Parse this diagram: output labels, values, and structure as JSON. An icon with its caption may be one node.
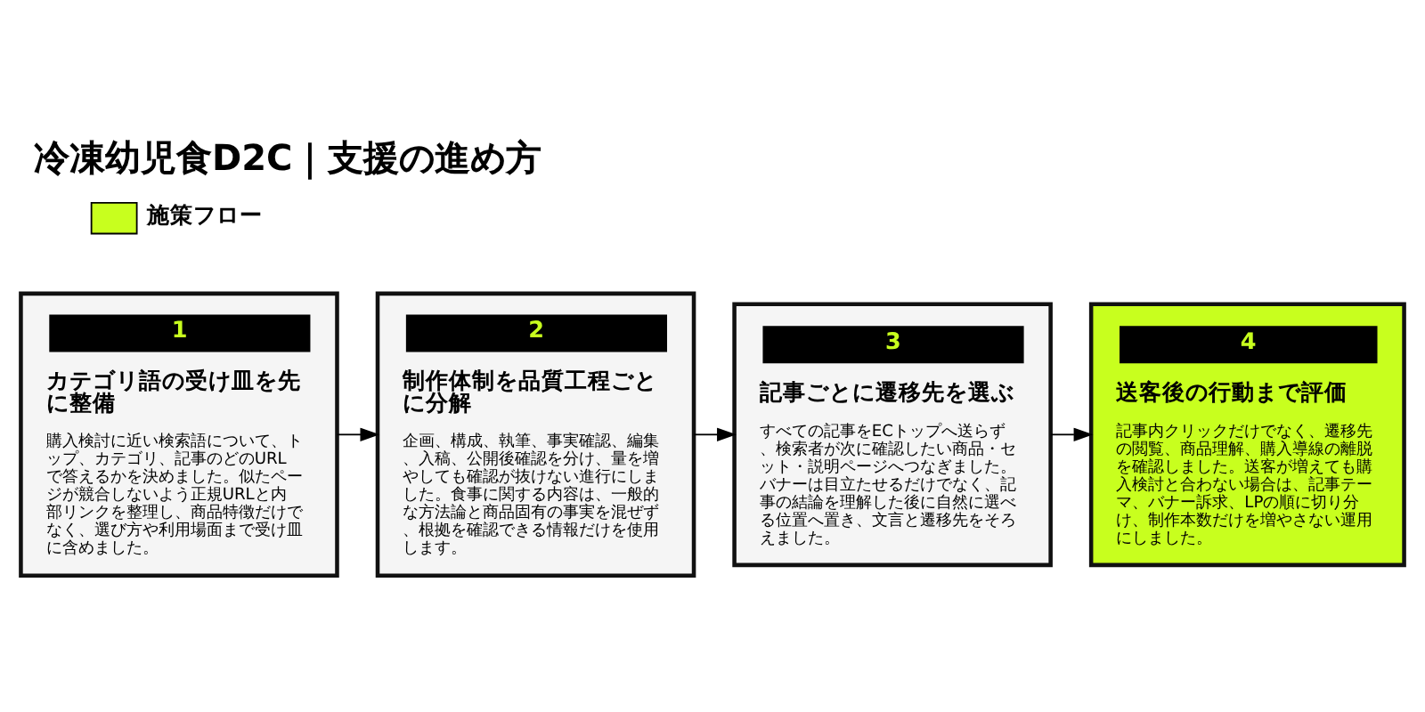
{
  "diagram": {
    "title": "冷凍幼児食D2C｜支援の進め方",
    "nodes": [
      {
        "text": [
          "1",
          "カテゴリ語の受け皿を先に整備",
          "購入検討に近い検索語について、トップ、カテゴリ、記事のどのURLで答えるかを決めました。似たページが競合しないよう正規URLと内部リンクを整理し、商品特徴だけでなく、選び方や利用場面まで受け皿に含めました。"
        ]
      },
      {
        "text": [
          "2",
          "制作体制を品質工程ごとに分解",
          "企画、構成、執筆、事実確認、編集、入稿、公開後確認を分け、量を増やしても確認が抜けない進行にしました。食事に関する内容は、一般的な方法論と商品固有の事実を混ぜず、根拠を確認できる情報だけを使用します。"
        ]
      },
      {
        "text": [
          "3",
          "記事ごとに遷移先を選ぶ",
          "すべての記事をECトップへ送らず、検索者が次に確認したい商品・セット・説明ページへつなぎました。バナーは目立たせるだけでなく、記事の結論を理解した後に自然に選べる位置へ置き、文言と遷移先をそろえました。"
        ]
      },
      {
        "text": [
          "4",
          "送客後の行動まで評価",
          "記事内クリックだけでなく、遷移先の閲覧、商品理解、購入導線の離脱を確認しました。送客が増えても購入検討と合わない場合は、記事テーマ、バナー訴求、LPの順に切り分け、制作本数だけを増やさない運用にしました。"
        ]
      }
    ],
    "edges": [
      {
        "from": 0,
        "to": 1,
        "arrow": "to"
      },
      {
        "from": 1,
        "to": 2,
        "arrow": "to"
      },
      {
        "from": 2,
        "to": 3,
        "arrow": "to"
      }
    ],
    "labels": [
      "施策フロー"
    ]
  }
}
